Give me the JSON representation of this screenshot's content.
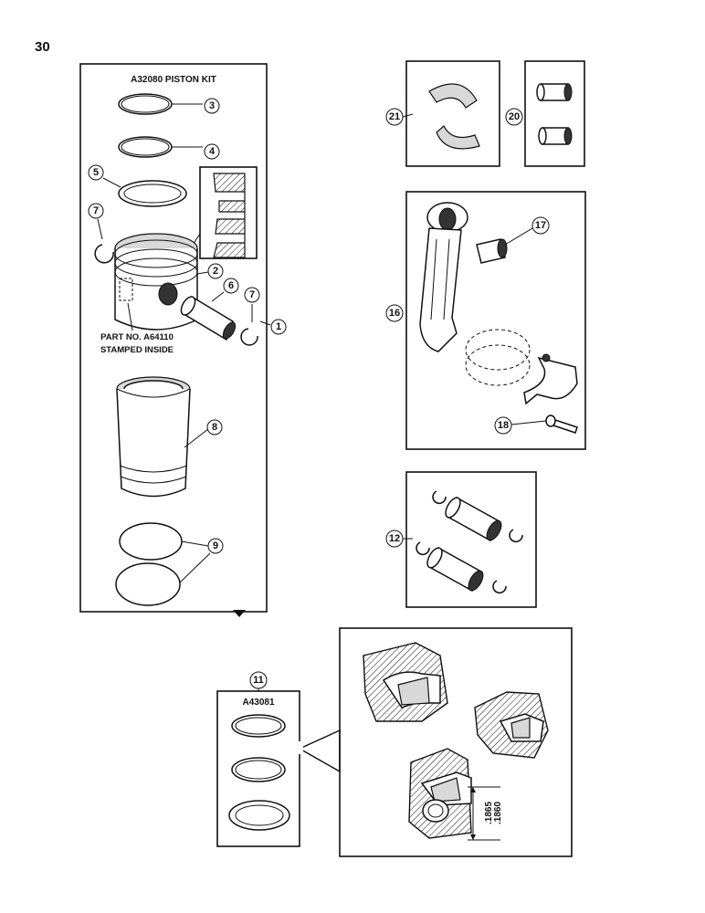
{
  "page": {
    "number": "30"
  },
  "piston_kit": {
    "title": "A32080 PISTON KIT",
    "note_line1": "PART NO. A64110",
    "note_line2": "STAMPED INSIDE"
  },
  "ring_kit": {
    "title": "A43081"
  },
  "dimensions": {
    "upper": ".1865",
    "lower": ".1860"
  },
  "callouts": {
    "c1": "1",
    "c2": "2",
    "c3": "3",
    "c4": "4",
    "c5": "5",
    "c6": "6",
    "c7a": "7",
    "c7b": "7",
    "c8": "8",
    "c9": "9",
    "c11": "11",
    "c12": "12",
    "c16": "16",
    "c17": "17",
    "c18": "18",
    "c20": "20",
    "c21": "21"
  }
}
